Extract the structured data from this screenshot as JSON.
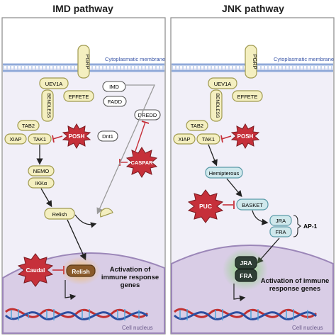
{
  "titles": {
    "left": "IMD pathway",
    "right": "JNK pathway"
  },
  "membrane_label": "Cytoplasmatic membrane",
  "nucleus_label": "Cell nucleus",
  "shared": {
    "pgrp": "PGRP",
    "uev1a": "UEV1A",
    "effete": "EFFETE",
    "bendless": "BENDLESS",
    "tab2": "TAB2",
    "xiap": "XIAP",
    "tak1": "TAK1",
    "posh": "POSH"
  },
  "imd": {
    "imd": "IMD",
    "fadd": "FADD",
    "dredd": "DREDD",
    "dnt1": "Dnt1",
    "caspar": "CASPAR",
    "nemo": "NEMO",
    "ikka": "IKKα",
    "relish": "Relish",
    "caudal": "Caudal",
    "relish_nuclear": "Relish",
    "activation": "Activation of immune response genes"
  },
  "jnk": {
    "hemipterous": "Hemipterous",
    "puc": "PUC",
    "basket": "BASKET",
    "jra": "JRA",
    "fra": "FRA",
    "ap1": "AP-1",
    "jra_nuclear": "JRA",
    "fra_nuclear": "FRA",
    "activation": "Activation of immune response genes"
  },
  "colors": {
    "protein_fill": "#f4efc0",
    "protein_stroke": "#a09a50",
    "star_fill": "#c6303a",
    "teal_fill": "#cfe8ec",
    "teal_stroke": "#5a9aa8",
    "membrane": "#8fa8d8",
    "nucleus_fill": "#d9cde6",
    "cytoplasm": "#f1eff8"
  }
}
